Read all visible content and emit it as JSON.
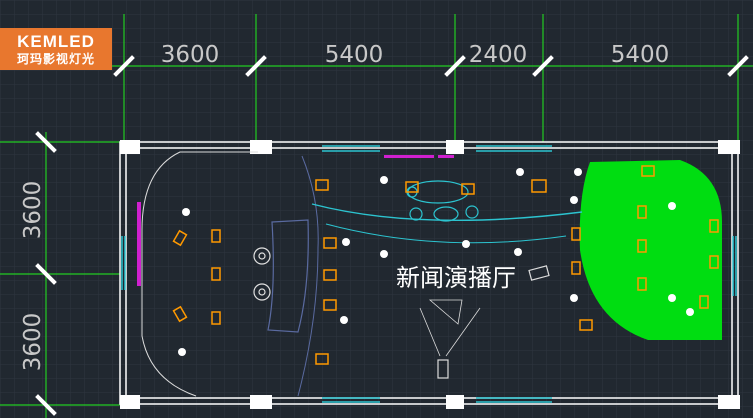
{
  "logo": {
    "brand": "KEMLED",
    "subtitle": "珂玛影视灯光"
  },
  "dimensions": {
    "top": [
      "3600",
      "5400",
      "2400",
      "5400"
    ],
    "left": [
      "3600",
      "3600"
    ]
  },
  "room_label": "新闻演播厅",
  "colors": {
    "background": "#212830",
    "grid": "#2e3640",
    "wall": "#ffffff",
    "dimension_line": "#22cc22",
    "dimension_text": "#c8c8c8",
    "fixture": "#ff9900",
    "accent_cyan": "#2cc4d0",
    "accent_magenta": "#d020d0",
    "green_screen": "#00dd11",
    "desk_outline": "#5a6aa0"
  },
  "icons": {
    "fixture": "stage-light-icon",
    "camera": "camera-icon",
    "presenter": "presenter-seat-icon"
  }
}
